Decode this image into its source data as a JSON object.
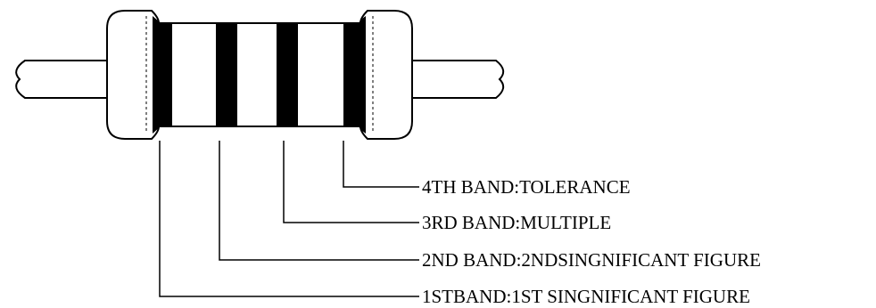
{
  "diagram": {
    "labels": {
      "band4": "4TH BAND:TOLERANCE",
      "band3": "3RD BAND:MULTIPLE",
      "band2": "2ND BAND:2NDSINGNIFICANT FIGURE",
      "band1": "1STBAND:1ST SINGNIFICANT FIGURE"
    },
    "colors": {
      "line": "#000000",
      "band": "#000000",
      "body": "#ffffff"
    }
  }
}
